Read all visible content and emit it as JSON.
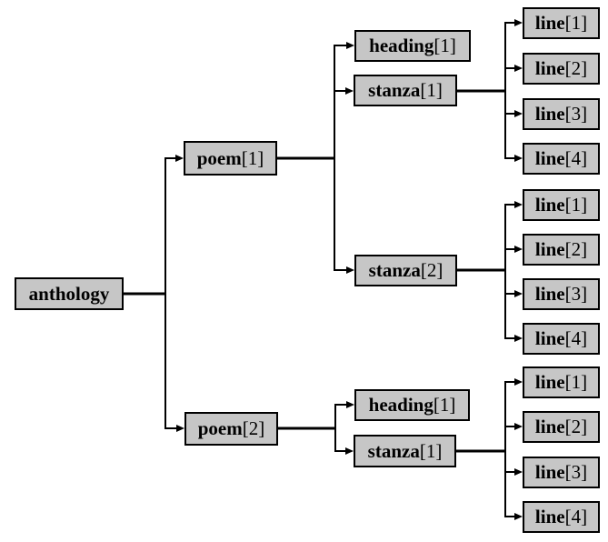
{
  "diagram": {
    "type": "tree",
    "description": "XML document node tree",
    "colors": {
      "background": "#ffffff",
      "node_fill": "#c6c6c6",
      "node_border": "#000000",
      "node_text": "#000000",
      "edge_color": "#000000"
    },
    "tree": {
      "root": {
        "tag": "anthology",
        "index": "",
        "children": [
          {
            "tag": "poem",
            "index": "[1]",
            "children": [
              {
                "tag": "heading",
                "index": "[1]"
              },
              {
                "tag": "stanza",
                "index": "[1]",
                "children": [
                  {
                    "tag": "line",
                    "index": "[1]"
                  },
                  {
                    "tag": "line",
                    "index": "[2]"
                  },
                  {
                    "tag": "line",
                    "index": "[3]"
                  },
                  {
                    "tag": "line",
                    "index": "[4]"
                  }
                ]
              },
              {
                "tag": "stanza",
                "index": "[2]",
                "children": [
                  {
                    "tag": "line",
                    "index": "[1]"
                  },
                  {
                    "tag": "line",
                    "index": "[2]"
                  },
                  {
                    "tag": "line",
                    "index": "[3]"
                  },
                  {
                    "tag": "line",
                    "index": "[4]"
                  }
                ]
              }
            ]
          },
          {
            "tag": "poem",
            "index": "[2]",
            "children": [
              {
                "tag": "heading",
                "index": "[1]"
              },
              {
                "tag": "stanza",
                "index": "[1]",
                "children": [
                  {
                    "tag": "line",
                    "index": "[1]"
                  },
                  {
                    "tag": "line",
                    "index": "[2]"
                  },
                  {
                    "tag": "line",
                    "index": "[3]"
                  },
                  {
                    "tag": "line",
                    "index": "[4]"
                  }
                ]
              }
            ]
          }
        ]
      }
    }
  }
}
